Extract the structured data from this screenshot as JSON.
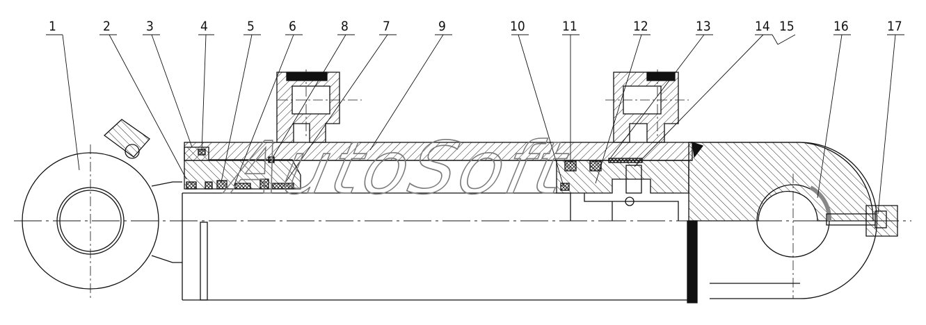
{
  "part_numbers": [
    "1",
    "2",
    "3",
    "4",
    "5",
    "6",
    "8",
    "7",
    "9",
    "10",
    "11",
    "12",
    "13",
    "14",
    "15",
    "16",
    "17"
  ],
  "watermark": "AutoSoft",
  "colors": {
    "line": "#111111",
    "hatch": "#222222",
    "watermark": "#7a7a7a"
  }
}
